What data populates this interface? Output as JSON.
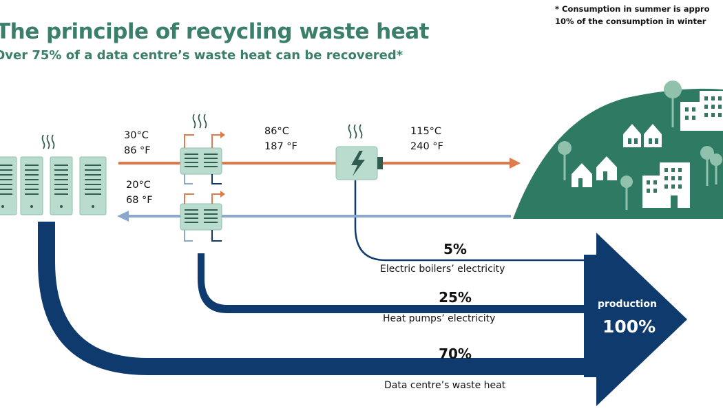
{
  "header": {
    "title": "The principle of recycling waste heat",
    "subtitle": "Over 75% of a data centre’s waste heat can be recovered*"
  },
  "footnote": {
    "line1": "* Consumption in summer is appro",
    "line2": "10% of the consumption in winter"
  },
  "temperatures": {
    "supply_in": {
      "celsius": "30°C",
      "fahrenheit": "86 °F"
    },
    "return": {
      "celsius": "20°C",
      "fahrenheit": "68 °F"
    },
    "after_pump": {
      "celsius": "86°C",
      "fahrenheit": "187 °F"
    },
    "after_boiler": {
      "celsius": "115°C",
      "fahrenheit": "240 °F"
    }
  },
  "flows": [
    {
      "percent": "5%",
      "label": "Electric boilers’ electricity"
    },
    {
      "percent": "25%",
      "label": "Heat pumps’ electricity"
    },
    {
      "percent": "70%",
      "label": "Data centre’s waste heat"
    }
  ],
  "production": {
    "label": "production",
    "value": "100%"
  },
  "colors": {
    "green": "#3b7e6a",
    "navy": "#0f3a6e",
    "hot_pipe": "#e07a4a",
    "cold_pipe": "#8aa8cc",
    "equipment": "#b9dccf"
  },
  "icons": [
    "server-rack-icon",
    "heat-pump-icon",
    "electric-boiler-icon",
    "town-icon",
    "heat-waves-icon"
  ]
}
